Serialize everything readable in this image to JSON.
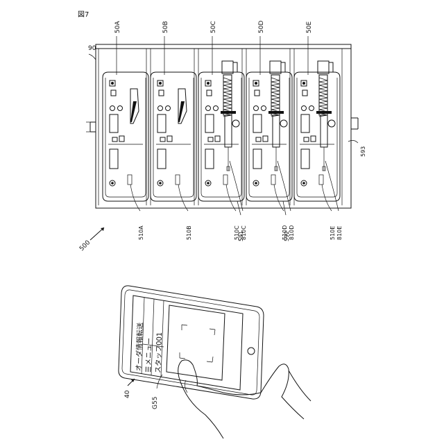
{
  "figure_label": "図7",
  "system_label": "500",
  "rack_label": "90",
  "pumps": [
    {
      "id": "50A",
      "device_label": "510A",
      "has_syringe": false
    },
    {
      "id": "50B",
      "device_label": "510B",
      "has_syringe": false
    },
    {
      "id": "50C",
      "device_label": "510C",
      "has_syringe": true,
      "syringe_label": "810C"
    },
    {
      "id": "50D",
      "device_label": "510D",
      "has_syringe": true,
      "syringe_label": "810D"
    },
    {
      "id": "50E",
      "device_label": "510E",
      "has_syringe": true,
      "syringe_label": "810E"
    }
  ],
  "extra_labels": {
    "l591": "591",
    "l592": "592",
    "l593": "593"
  },
  "tablet": {
    "label": "40",
    "screen_label": "G55",
    "header": "オーダ情報転送",
    "menu_glyph": "☰",
    "menu_label": "メニュー",
    "staff": "スタッフ001"
  }
}
